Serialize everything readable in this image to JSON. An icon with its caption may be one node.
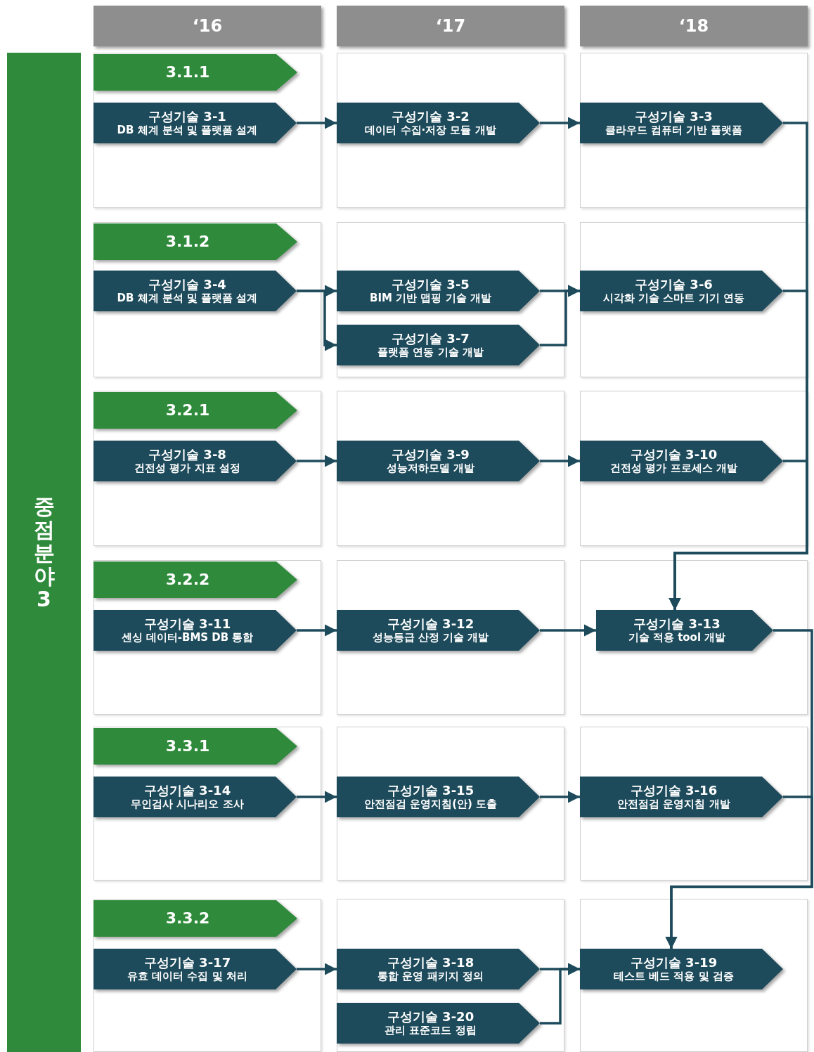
{
  "diagram": {
    "nodes": [
      {
        "text": [
          "‘16"
        ]
      },
      {
        "text": [
          "‘17"
        ]
      },
      {
        "text": [
          "‘18"
        ]
      },
      {
        "text": [
          "중점분야 3"
        ]
      },
      {
        "text": [],
        "shape": "box"
      },
      {
        "text": [
          "3.1.1"
        ],
        "in": 4
      },
      {
        "text": [
          "구성기술 3-1",
          "DB 체계 분석 및 플랫폼 설계"
        ],
        "in": 4
      },
      {
        "text": [],
        "shape": "box"
      },
      {
        "text": [
          "구성기술 3-2",
          "데이터 수집·저장 모듈 개발"
        ],
        "in": 7
      },
      {
        "text": [],
        "shape": "box"
      },
      {
        "text": [
          "구성기술 3-3",
          "클라우드 컴퓨터 기반 플랫폼"
        ],
        "in": 9
      },
      {
        "text": [],
        "shape": "box"
      },
      {
        "text": [
          "3.1.2"
        ],
        "in": 11
      },
      {
        "text": [
          "구성기술 3-4",
          "DB 체계 분석 및 플랫폼 설계"
        ],
        "in": 11
      },
      {
        "text": [],
        "shape": "box"
      },
      {
        "text": [
          "구성기술 3-5",
          "BIM 기반 맵핑 기술 개발"
        ],
        "in": 14
      },
      {
        "text": [
          "구성기술 3-7",
          "플랫폼 연동 기술 개발"
        ],
        "in": 14
      },
      {
        "text": [],
        "shape": "box"
      },
      {
        "text": [
          "구성기술 3-6",
          "시각화 기술 스마트 기기 연동"
        ],
        "in": 17
      },
      {
        "text": [],
        "shape": "box"
      },
      {
        "text": [
          "3.2.1"
        ],
        "in": 19
      },
      {
        "text": [
          "구성기술 3-8",
          "건전성 평가 지표 설정"
        ],
        "in": 19
      },
      {
        "text": [],
        "shape": "box"
      },
      {
        "text": [
          "구성기술 3-9",
          "성능저하모델 개발"
        ],
        "in": 22
      },
      {
        "text": [],
        "shape": "box"
      },
      {
        "text": [
          "구성기술 3-10",
          "건전성 평가 프로세스 개발"
        ],
        "in": 24
      },
      {
        "text": [],
        "shape": "box"
      },
      {
        "text": [
          "3.2.2"
        ],
        "in": 26
      },
      {
        "text": [
          "구성기술 3-11",
          "센싱 데이터-BMS DB 통합"
        ],
        "in": 26
      },
      {
        "text": [],
        "shape": "box"
      },
      {
        "text": [
          "구성기술 3-12",
          "성능등급 산정 기술 개발"
        ],
        "in": 29
      },
      {
        "text": [],
        "shape": "box"
      },
      {
        "text": [
          "구성기술 3-13",
          "기술 적용 tool 개발"
        ],
        "in": 31
      },
      {
        "text": [],
        "shape": "box"
      },
      {
        "text": [
          "3.3.1"
        ],
        "in": 33
      },
      {
        "text": [
          "구성기술 3-14",
          "무인검사 시나리오 조사"
        ],
        "in": 33
      },
      {
        "text": [],
        "shape": "box"
      },
      {
        "text": [
          "구성기술 3-15",
          "안전점검 운영지침(안) 도출"
        ],
        "in": 36
      },
      {
        "text": [],
        "shape": "box"
      },
      {
        "text": [
          "구성기술 3-16",
          "안전점검 운영지침 개발"
        ],
        "in": 38
      },
      {
        "text": [],
        "shape": "box"
      },
      {
        "text": [
          "3.3.2"
        ],
        "in": 40
      },
      {
        "text": [
          "구성기술 3-17",
          "유효 데이터 수집 및 처리"
        ],
        "in": 40
      },
      {
        "text": [],
        "shape": "box"
      },
      {
        "text": [
          "구성기술 3-18",
          "통합 운영 패키지 정의"
        ],
        "in": 43
      },
      {
        "text": [
          "구성기술 3-20",
          "관리 표준코드 정립"
        ],
        "in": 43
      },
      {
        "text": [],
        "shape": "box"
      },
      {
        "text": [
          "구성기술 3-19",
          "테스트 베드 적용 및 검증"
        ],
        "in": 46
      }
    ],
    "edges": [
      {
        "from": 6,
        "to": 8,
        "arrow": "to"
      },
      {
        "from": 8,
        "to": 10,
        "arrow": "to"
      },
      {
        "from": 13,
        "to": 15,
        "arrow": "to"
      },
      {
        "from": 13,
        "to": 16,
        "arrow": "to"
      },
      {
        "from": 15,
        "to": 18,
        "arrow": "to"
      },
      {
        "from": 16,
        "to": 18,
        "arrow": "to"
      },
      {
        "from": 21,
        "to": 23,
        "arrow": "to"
      },
      {
        "from": 23,
        "to": 25,
        "arrow": "to"
      },
      {
        "from": 28,
        "to": 30,
        "arrow": "to"
      },
      {
        "from": 30,
        "to": 32,
        "arrow": "to"
      },
      {
        "from": 35,
        "to": 37,
        "arrow": "to"
      },
      {
        "from": 37,
        "to": 39,
        "arrow": "to"
      },
      {
        "from": 42,
        "to": 44,
        "arrow": "to"
      },
      {
        "from": 44,
        "to": 47,
        "arrow": "to"
      },
      {
        "from": 45,
        "to": 47,
        "arrow": "to"
      },
      {
        "from": 10,
        "to": 32,
        "arrow": "to"
      },
      {
        "from": 18,
        "to": 32,
        "arrow": "to"
      },
      {
        "from": 25,
        "to": 32,
        "arrow": "to"
      },
      {
        "from": 32,
        "to": 47,
        "arrow": "to"
      },
      {
        "from": 39,
        "to": 47,
        "arrow": "to"
      }
    ]
  }
}
